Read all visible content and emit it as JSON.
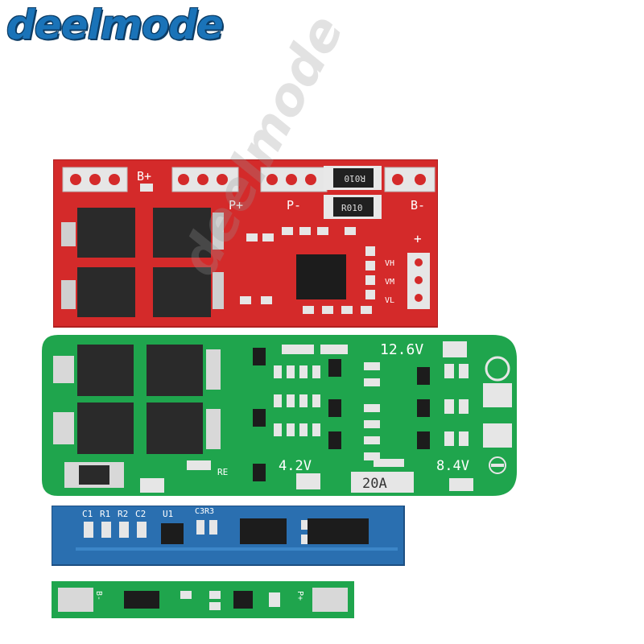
{
  "brand": {
    "logo_text": "deelmode",
    "watermark_text": "deelmode"
  },
  "boards": {
    "red": {
      "label_bplus": "B+",
      "label_pplus": "P+",
      "label_pminus": "P-",
      "label_bminus": "B-",
      "resistor_top": "R010",
      "resistor_bottom": "R010",
      "plus_sign": "+",
      "label_vh": "VH",
      "label_vm": "VM",
      "label_vl": "VL"
    },
    "green_large": {
      "voltage_top": "12.6V",
      "voltage_left": "4.2V",
      "voltage_right": "8.4V",
      "current": "20A",
      "re_label": "RE"
    },
    "blue": {
      "c1": "C1",
      "r1": "R1",
      "r2": "R2",
      "c2": "C2",
      "u1": "U1",
      "c3r3": "C3R3"
    },
    "green_small": {
      "b_minus": "B-",
      "p_plus": "P+"
    }
  },
  "colors": {
    "red_pcb": "#d42a2a",
    "green_pcb": "#1fa54d",
    "blue_pcb": "#2a6fb0",
    "logo": "#1a73b8"
  }
}
